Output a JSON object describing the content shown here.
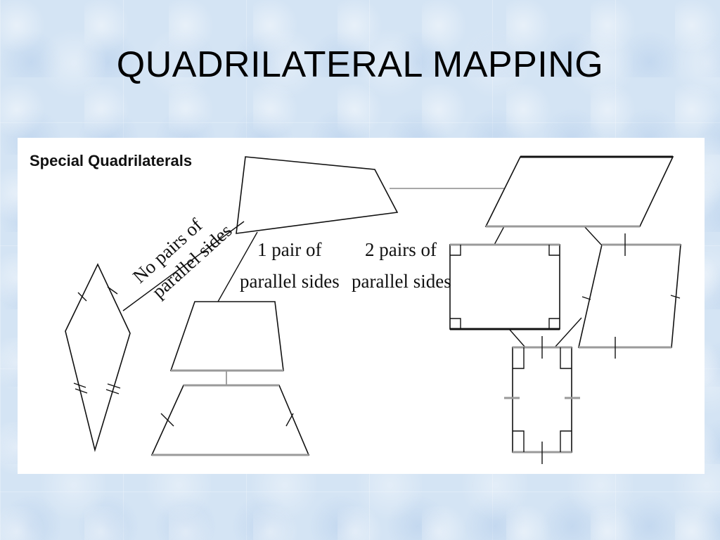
{
  "slide": {
    "title": "QUADRILATERAL MAPPING"
  },
  "diagram": {
    "heading": "Special Quadrilaterals",
    "labels": {
      "no_pairs_line1": "No pairs of",
      "no_pairs_line2": "parallel sides",
      "one_pair_line1": "1 pair of",
      "one_pair_line2": "parallel sides",
      "two_pairs_line1": "2 pairs of",
      "two_pairs_line2": "parallel sides"
    },
    "shapes": [
      "quadrilateral",
      "kite",
      "trapezoid",
      "isosceles-trapezoid",
      "parallelogram",
      "rectangle",
      "rhombus",
      "square"
    ]
  }
}
